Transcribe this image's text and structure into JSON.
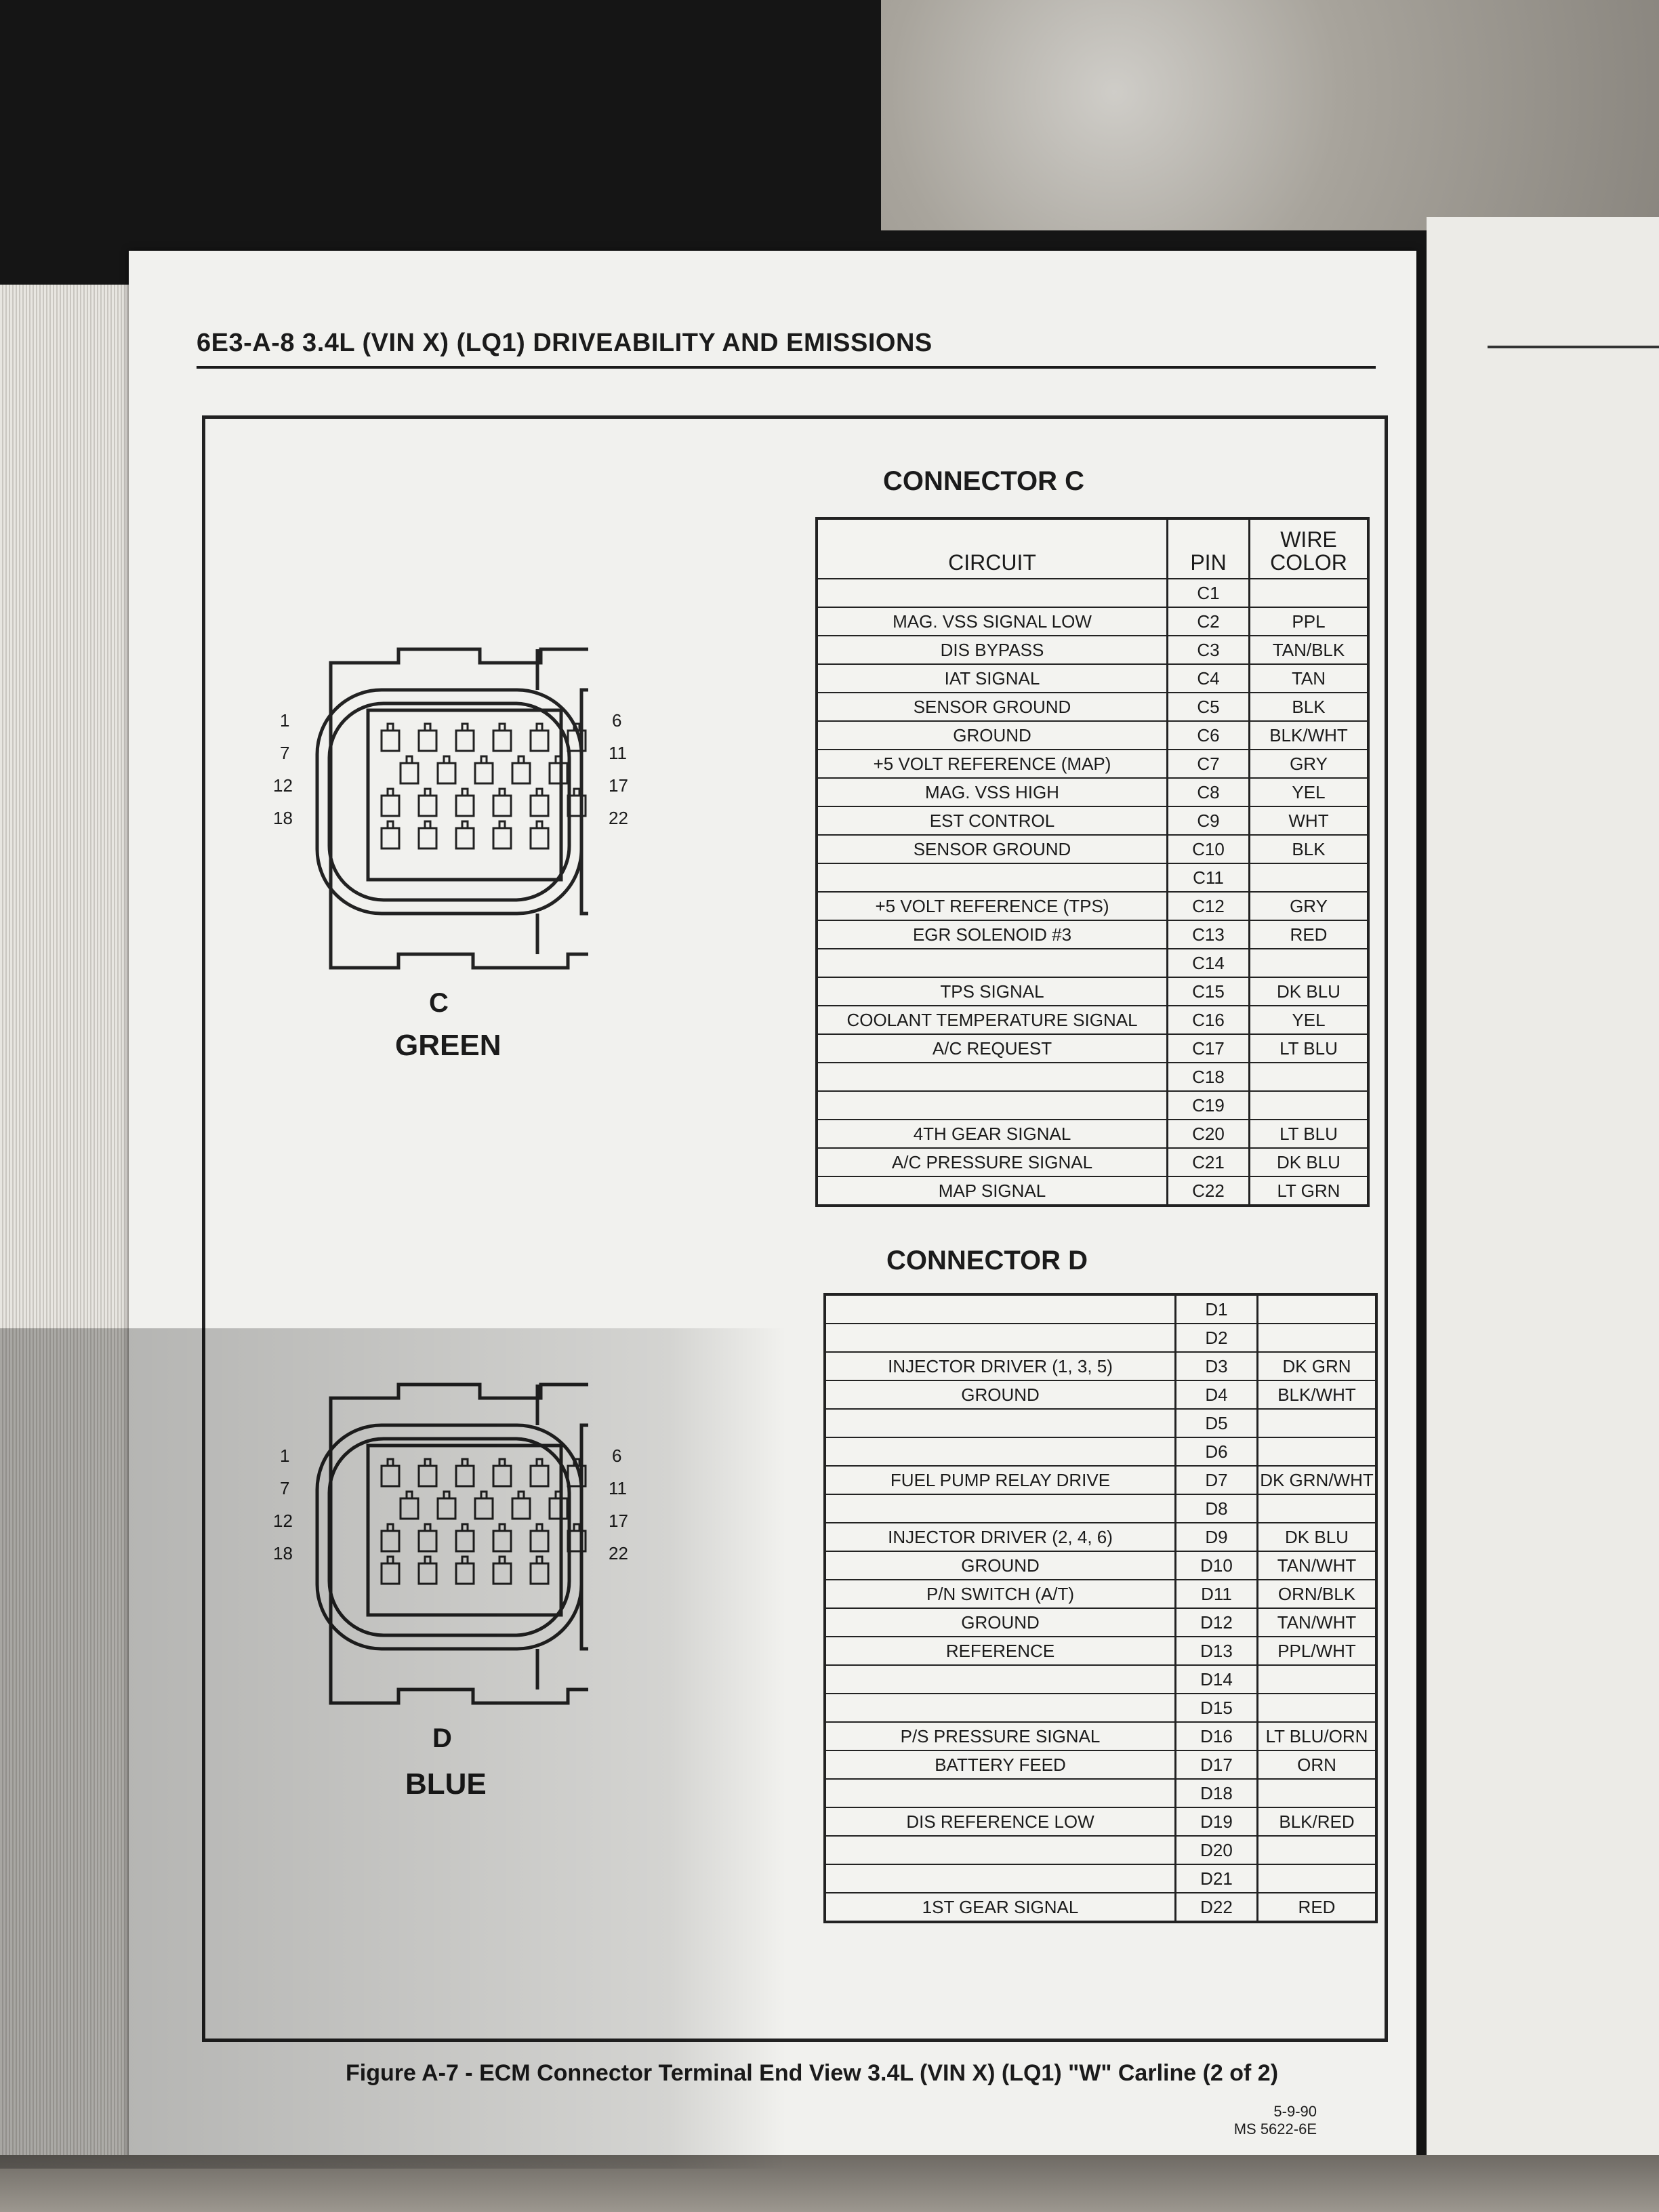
{
  "header": "6E3-A-8  3.4L  (VIN X)  (LQ1)  DRIVEABILITY AND EMISSIONS",
  "connector_c": {
    "title": "CONNECTOR C",
    "col_circuit": "CIRCUIT",
    "col_pin": "PIN",
    "col_color_line1": "WIRE",
    "col_color_line2": "COLOR",
    "rows": [
      {
        "circuit": "",
        "pin": "C1",
        "color": ""
      },
      {
        "circuit": "MAG. VSS SIGNAL LOW",
        "pin": "C2",
        "color": "PPL"
      },
      {
        "circuit": "DIS BYPASS",
        "pin": "C3",
        "color": "TAN/BLK"
      },
      {
        "circuit": "IAT SIGNAL",
        "pin": "C4",
        "color": "TAN"
      },
      {
        "circuit": "SENSOR GROUND",
        "pin": "C5",
        "color": "BLK"
      },
      {
        "circuit": "GROUND",
        "pin": "C6",
        "color": "BLK/WHT"
      },
      {
        "circuit": "+5 VOLT REFERENCE (MAP)",
        "pin": "C7",
        "color": "GRY"
      },
      {
        "circuit": "MAG. VSS HIGH",
        "pin": "C8",
        "color": "YEL"
      },
      {
        "circuit": "EST CONTROL",
        "pin": "C9",
        "color": "WHT"
      },
      {
        "circuit": "SENSOR GROUND",
        "pin": "C10",
        "color": "BLK"
      },
      {
        "circuit": "",
        "pin": "C11",
        "color": ""
      },
      {
        "circuit": "+5 VOLT REFERENCE (TPS)",
        "pin": "C12",
        "color": "GRY"
      },
      {
        "circuit": "EGR SOLENOID #3",
        "pin": "C13",
        "color": "RED"
      },
      {
        "circuit": "",
        "pin": "C14",
        "color": ""
      },
      {
        "circuit": "TPS SIGNAL",
        "pin": "C15",
        "color": "DK BLU"
      },
      {
        "circuit": "COOLANT TEMPERATURE SIGNAL",
        "pin": "C16",
        "color": "YEL"
      },
      {
        "circuit": "A/C REQUEST",
        "pin": "C17",
        "color": "LT BLU"
      },
      {
        "circuit": "",
        "pin": "C18",
        "color": ""
      },
      {
        "circuit": "",
        "pin": "C19",
        "color": ""
      },
      {
        "circuit": "4TH GEAR SIGNAL",
        "pin": "C20",
        "color": "LT BLU"
      },
      {
        "circuit": "A/C PRESSURE SIGNAL",
        "pin": "C21",
        "color": "DK BLU"
      },
      {
        "circuit": "MAP SIGNAL",
        "pin": "C22",
        "color": "LT GRN"
      }
    ]
  },
  "connector_d": {
    "title": "CONNECTOR D",
    "rows": [
      {
        "circuit": "",
        "pin": "D1",
        "color": ""
      },
      {
        "circuit": "",
        "pin": "D2",
        "color": ""
      },
      {
        "circuit": "INJECTOR DRIVER (1, 3, 5)",
        "pin": "D3",
        "color": "DK GRN"
      },
      {
        "circuit": "GROUND",
        "pin": "D4",
        "color": "BLK/WHT"
      },
      {
        "circuit": "",
        "pin": "D5",
        "color": ""
      },
      {
        "circuit": "",
        "pin": "D6",
        "color": ""
      },
      {
        "circuit": "FUEL PUMP RELAY DRIVE",
        "pin": "D7",
        "color": "DK GRN/WHT"
      },
      {
        "circuit": "",
        "pin": "D8",
        "color": ""
      },
      {
        "circuit": "INJECTOR DRIVER (2, 4, 6)",
        "pin": "D9",
        "color": "DK BLU"
      },
      {
        "circuit": "GROUND",
        "pin": "D10",
        "color": "TAN/WHT"
      },
      {
        "circuit": "P/N SWITCH (A/T)",
        "pin": "D11",
        "color": "ORN/BLK"
      },
      {
        "circuit": "GROUND",
        "pin": "D12",
        "color": "TAN/WHT"
      },
      {
        "circuit": "REFERENCE",
        "pin": "D13",
        "color": "PPL/WHT"
      },
      {
        "circuit": "",
        "pin": "D14",
        "color": ""
      },
      {
        "circuit": "",
        "pin": "D15",
        "color": ""
      },
      {
        "circuit": "P/S PRESSURE SIGNAL",
        "pin": "D16",
        "color": "LT BLU/ORN"
      },
      {
        "circuit": "BATTERY FEED",
        "pin": "D17",
        "color": "ORN"
      },
      {
        "circuit": "",
        "pin": "D18",
        "color": ""
      },
      {
        "circuit": "DIS REFERENCE LOW",
        "pin": "D19",
        "color": "BLK/RED"
      },
      {
        "circuit": "",
        "pin": "D20",
        "color": ""
      },
      {
        "circuit": "",
        "pin": "D21",
        "color": ""
      },
      {
        "circuit": "1ST GEAR SIGNAL",
        "pin": "D22",
        "color": "RED"
      }
    ]
  },
  "diagram_c": {
    "letter": "C",
    "color_name": "GREEN",
    "left_pins": [
      "1",
      "7",
      "12",
      "18"
    ],
    "right_pins": [
      "6",
      "11",
      "17",
      "22"
    ]
  },
  "diagram_d": {
    "letter": "D",
    "color_name": "BLUE",
    "left_pins": [
      "1",
      "7",
      "12",
      "18"
    ],
    "right_pins": [
      "6",
      "11",
      "17",
      "22"
    ]
  },
  "date_line1": "5-9-90",
  "date_line2": "MS 5622-6E",
  "caption": "Figure A-7 - ECM Connector Terminal End View  3.4L  (VIN X)  (LQ1)  \"W\"  Carline  (2 of 2)"
}
